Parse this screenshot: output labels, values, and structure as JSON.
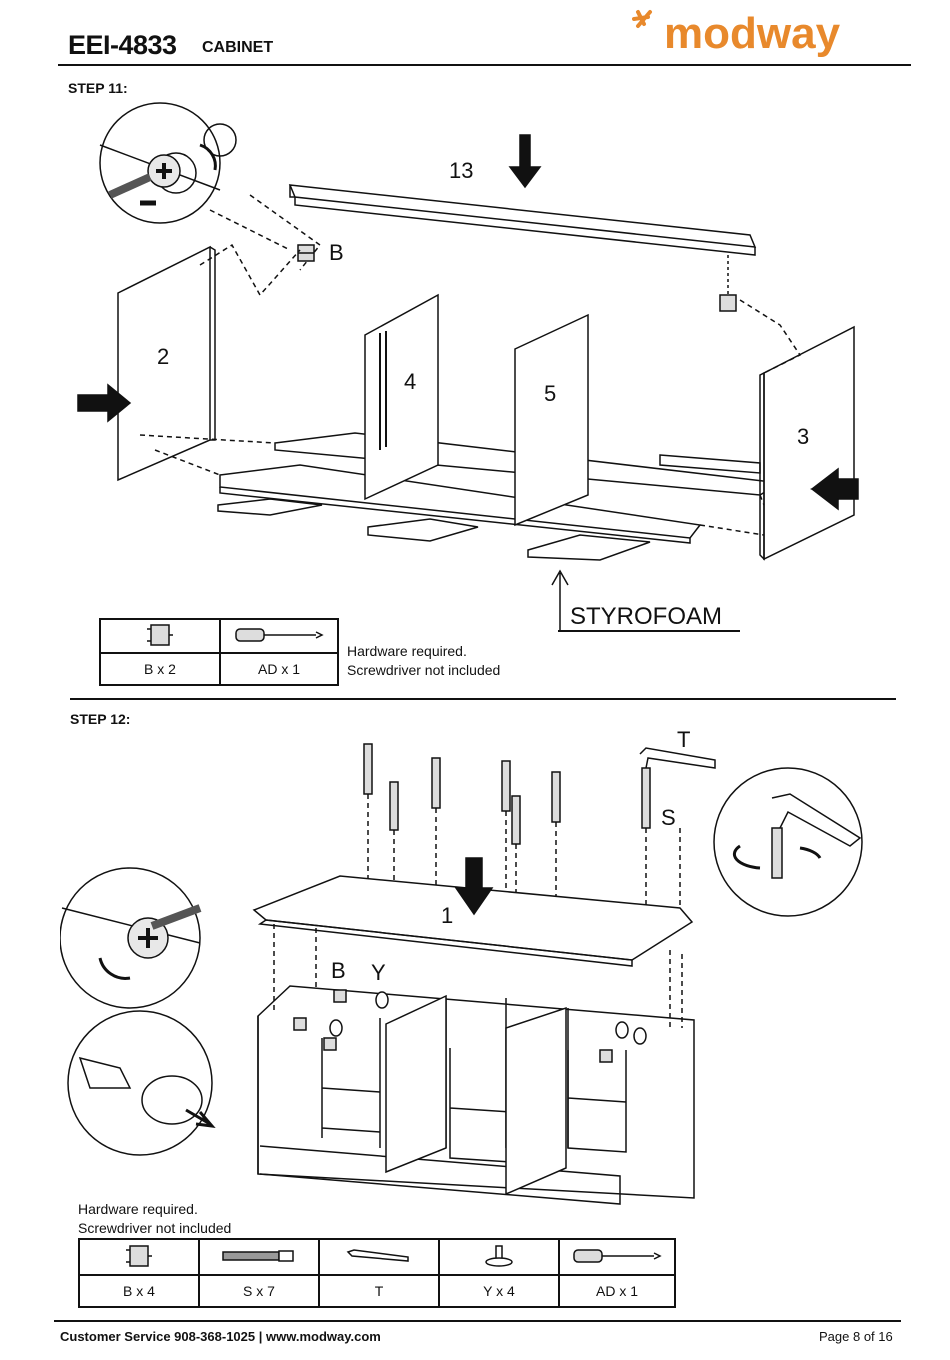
{
  "header": {
    "model": "EEI-4833",
    "product": "CABINET",
    "brand": "modway",
    "brand_color": "#e8892c"
  },
  "step11": {
    "title": "STEP 11:",
    "parts": [
      "13",
      "2",
      "4",
      "5",
      "3"
    ],
    "hardware_label": "B",
    "styrofoam": "STYROFOAM",
    "hardware_table": [
      {
        "icon": "cam-lock-icon",
        "label": "B x 2"
      },
      {
        "icon": "screwdriver-icon",
        "label": "AD x 1"
      }
    ],
    "note_line1": "Hardware required.",
    "note_line2": "Screwdriver not included"
  },
  "step12": {
    "title": "STEP 12:",
    "part": "1",
    "labels": {
      "t": "T",
      "s": "S",
      "b": "B",
      "y": "Y"
    },
    "note_line1": "Hardware required.",
    "note_line2": "Screwdriver not included",
    "hardware_table": [
      {
        "icon": "cam-lock-icon",
        "label": "B x 4"
      },
      {
        "icon": "bolt-icon",
        "label": "S x 7"
      },
      {
        "icon": "allen-key-icon",
        "label": "T"
      },
      {
        "icon": "dowel-icon",
        "label": "Y x 4"
      },
      {
        "icon": "screwdriver-icon",
        "label": "AD x 1"
      }
    ]
  },
  "footer": {
    "contact": "Customer Service 908-368-1025 | www.modway.com",
    "page": "Page 8 of 16"
  }
}
